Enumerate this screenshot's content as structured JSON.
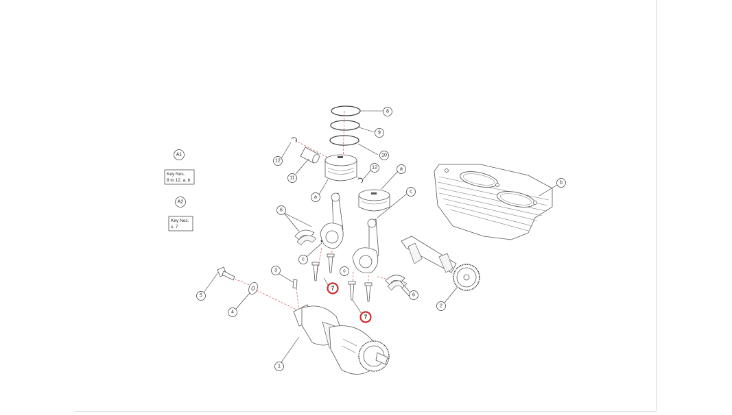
{
  "diagram": {
    "legend": {
      "a1": {
        "circle": "A1",
        "box_line1": "Key Nos.",
        "box_line2": "8 to 12, a, b"
      },
      "a2": {
        "circle": "A2",
        "box_line1": "Key Nos.",
        "box_line2": "c, 7"
      }
    },
    "callouts": {
      "c8": "8",
      "c9": "9",
      "c10": "10",
      "c12a": "12",
      "c12b": "12",
      "c11": "11",
      "ca1": "a",
      "ca2": "a",
      "cb": "b",
      "cc1": "c",
      "cc2": "c",
      "cc3": "c",
      "c6a": "6",
      "c6b": "6",
      "c7a": "7",
      "c7b": "7",
      "c3": "3",
      "c5": "5",
      "c4": "4",
      "c2": "2",
      "c1": "1"
    },
    "highlight_color": "#d22b2b"
  }
}
